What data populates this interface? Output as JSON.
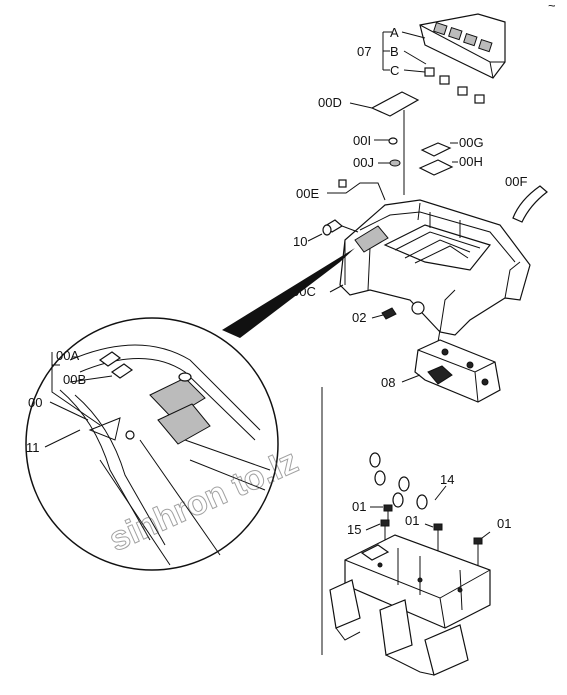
{
  "labels": {
    "l07": "07",
    "lA": "A",
    "lB": "B",
    "lC": "C",
    "l00D": "00D",
    "l00I": "00I",
    "l00G": "00G",
    "l00J": "00J",
    "l00H": "00H",
    "l00E": "00E",
    "l00F": "00F",
    "l10": "10",
    "l00C": "00C",
    "l02": "02",
    "l08": "08",
    "l00A": "00A",
    "l00B": "00B",
    "l00": "00",
    "l11": "11",
    "l14": "14",
    "l01a": "01",
    "l01b": "01",
    "l01c": "01",
    "l15": "15"
  },
  "watermark": "sinhron to.lz",
  "corner_mark": "~"
}
